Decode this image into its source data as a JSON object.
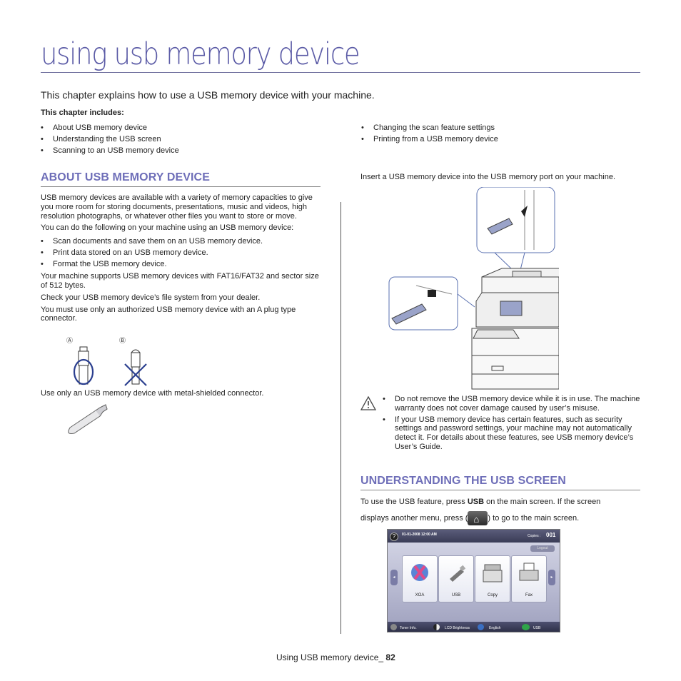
{
  "page_title": "using usb memory device",
  "intro": "This chapter explains how to use a USB memory device with your machine.",
  "includes_label": "This chapter includes:",
  "toc_left": [
    "About USB memory device",
    "Understanding the USB screen",
    "Scanning to an USB memory device"
  ],
  "toc_right": [
    "Changing the scan feature settings",
    "Printing from a USB memory device"
  ],
  "about": {
    "heading": "ABOUT USB MEMORY DEVICE",
    "p1": "USB memory devices are available with a variety of memory capacities to give you more room for storing documents, presentations, music and videos, high resolution photographs, or whatever other files you want to store or move.",
    "p2": "You can do the following on your machine using an USB memory device:",
    "items": [
      "Scan documents and save them on an USB memory device.",
      "Print data stored on an USB memory device.",
      "Format the USB memory device."
    ],
    "p3": "Your machine supports USB memory devices with FAT16/FAT32 and sector size of 512 bytes.",
    "p4": "Check your USB memory device’s file system from your dealer.",
    "p5": "You must use only an authorized USB memory device with an A plug type connector.",
    "label_a": "Ⓐ",
    "label_b": "Ⓑ",
    "p6": "Use only an USB memory device with metal-shielded connector."
  },
  "insert_text": "Insert a USB memory device into the USB memory port on your machine.",
  "cautions": [
    "Do not remove the USB memory device while it is in use. The machine warranty does not cover damage caused by user’s misuse.",
    "If your USB memory device has certain features, such as security settings and password settings, your machine may not automatically detect it. For details about these features, see USB memory device’s User’s Guide."
  ],
  "screen_section": {
    "heading": "UNDERSTANDING THE USB SCREEN",
    "line1_a": "To use the USB feature, press ",
    "line1_b": "USB",
    "line1_c": " on the main screen. If the screen",
    "line2_a": "displays another menu, press (",
    "line2_b": ") to go to the main screen."
  },
  "lcd": {
    "datetime": "01-01-2008 12:00 AM",
    "copies_label": "Copies :",
    "copies_value": "001",
    "logout": "Logout",
    "tiles": [
      "XOA",
      "USB",
      "Copy",
      "Fax"
    ],
    "bottom": [
      "Toner Info.",
      "LCD Brightness",
      "English",
      "USB"
    ]
  },
  "footer": {
    "text": "Using USB memory device_ ",
    "page": "82"
  },
  "colors": {
    "heading": "#6e6eb8",
    "title": "#5b5ba6"
  }
}
